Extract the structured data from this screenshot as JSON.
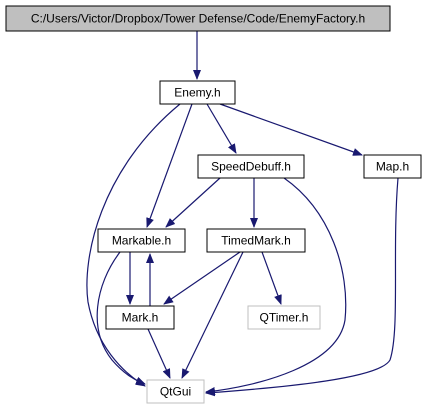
{
  "colors": {
    "edge": "#191970",
    "box_border": "#000000",
    "box_border_external": "#bfbfbf",
    "root_fill": "#bfbfbf",
    "node_fill": "#ffffff",
    "text": "#000000",
    "text_external": "#000000"
  },
  "nodes": [
    {
      "id": "root",
      "label": "C:/Users/Victor/Dropbox/Tower Defense/Code/EnemyFactory.h",
      "kind": "root"
    },
    {
      "id": "enemy",
      "label": "Enemy.h",
      "kind": "normal"
    },
    {
      "id": "speeddebuff",
      "label": "SpeedDebuff.h",
      "kind": "normal"
    },
    {
      "id": "map",
      "label": "Map.h",
      "kind": "normal"
    },
    {
      "id": "markable",
      "label": "Markable.h",
      "kind": "normal"
    },
    {
      "id": "timedmark",
      "label": "TimedMark.h",
      "kind": "normal"
    },
    {
      "id": "mark",
      "label": "Mark.h",
      "kind": "normal"
    },
    {
      "id": "qtimer",
      "label": "QTimer.h",
      "kind": "external"
    },
    {
      "id": "qtgui",
      "label": "QtGui",
      "kind": "external"
    }
  ],
  "edges": [
    {
      "from": "root",
      "to": "enemy"
    },
    {
      "from": "enemy",
      "to": "speeddebuff"
    },
    {
      "from": "enemy",
      "to": "map"
    },
    {
      "from": "enemy",
      "to": "markable"
    },
    {
      "from": "enemy",
      "to": "qtgui"
    },
    {
      "from": "speeddebuff",
      "to": "markable"
    },
    {
      "from": "speeddebuff",
      "to": "timedmark"
    },
    {
      "from": "speeddebuff",
      "to": "qtgui"
    },
    {
      "from": "map",
      "to": "qtgui"
    },
    {
      "from": "markable",
      "to": "mark"
    },
    {
      "from": "markable",
      "to": "qtgui"
    },
    {
      "from": "mark",
      "to": "markable"
    },
    {
      "from": "mark",
      "to": "qtgui"
    },
    {
      "from": "timedmark",
      "to": "mark"
    },
    {
      "from": "timedmark",
      "to": "qtimer"
    },
    {
      "from": "timedmark",
      "to": "qtgui"
    }
  ]
}
